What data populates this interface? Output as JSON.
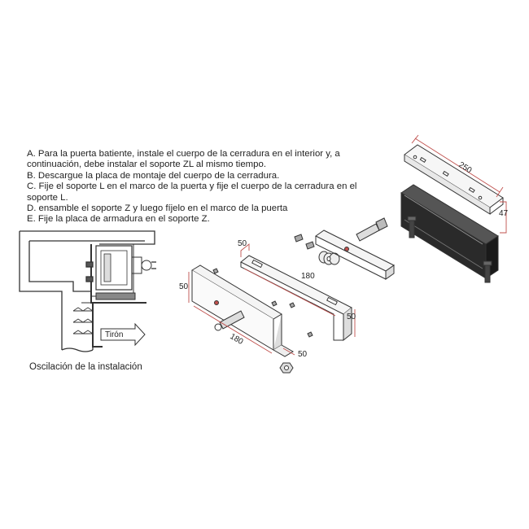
{
  "instructions": {
    "lines": [
      "A. Para la puerta batiente, instale el cuerpo de la cerradura en el interior y, a",
      "continuación, debe instalar el soporte ZL al mismo tiempo.",
      "B. Descargue la placa de montaje del cuerpo de la cerradura.",
      "C. Fije el soporte L en el marco de la puerta y fije el cuerpo de la cerradura en el",
      "soporte L.",
      "D. ensamble el soporte Z y luego fíjelo en el marco de la puerta",
      "E. Fije la placa de armadura en el soporte Z."
    ]
  },
  "installation": {
    "pull_label": "Tirón",
    "caption": "Oscilación de la instalación"
  },
  "lock_dimensions": {
    "length": "250",
    "height": "47"
  },
  "bracket_dimensions": {
    "l_top_width": "50",
    "l_length": "180",
    "l_height": "50",
    "z_side": "50",
    "z_length": "180",
    "z_bottom": "50"
  },
  "colors": {
    "line": "#333333",
    "dimension": "#c0504d",
    "lock_body": "#2a2a2a"
  }
}
